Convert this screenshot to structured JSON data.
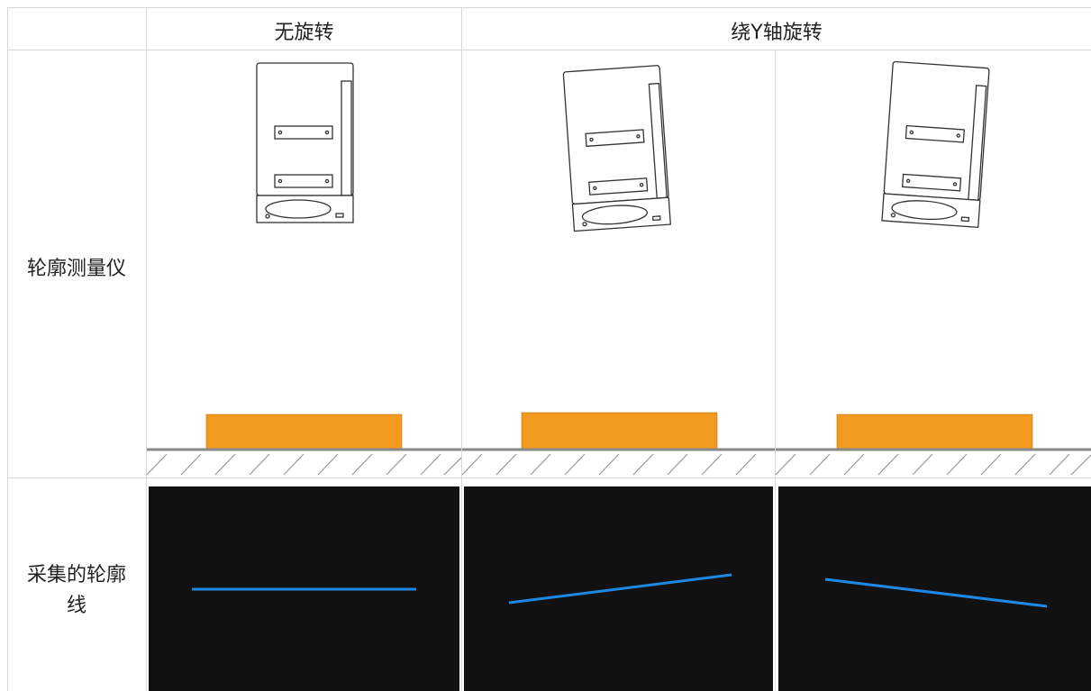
{
  "headers": {
    "no_rotation": "无旋转",
    "rotate_y": "绕Y轴旋转"
  },
  "rows": {
    "profiler": "轮廓测量仪",
    "captured_profile_line1": "采集的轮廓",
    "captured_profile_line2": "线"
  },
  "colors": {
    "object": "#f29a1f",
    "profile_line": "#1e88e5",
    "background_dark": "#111111",
    "ground": "#888888"
  },
  "icons": [
    "profiler-device-icon",
    "target-object",
    "ground-hatch"
  ]
}
